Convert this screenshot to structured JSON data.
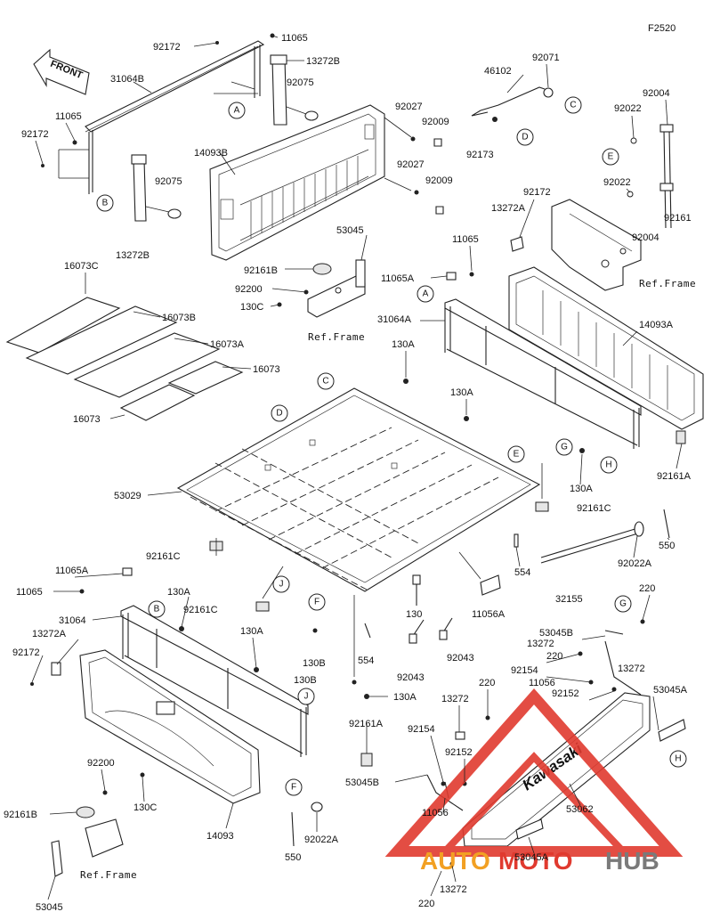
{
  "figure_code": "F2520",
  "front_label": "FRONT",
  "ref_frame_label": "Ref.Frame",
  "watermark": {
    "brand_part1": "AUTO",
    "brand_part2": "MOTO",
    "brand_part3": "HUB",
    "color_red": "#e03a2f",
    "color_orange": "#f2a023",
    "color_gray": "#7a7a7a"
  },
  "gate_brand": "Kawasaki",
  "callout_letters": [
    "A",
    "B",
    "C",
    "D",
    "E",
    "F",
    "G",
    "H",
    "J"
  ],
  "parts": {
    "p11065": "11065",
    "p11065A": "11065A",
    "p11056": "11056",
    "p11056A": "11056A",
    "p13272": "13272",
    "p13272A": "13272A",
    "p13272B": "13272B",
    "p14093": "14093",
    "p14093A": "14093A",
    "p14093B": "14093B",
    "p16073": "16073",
    "p16073A": "16073A",
    "p16073B": "16073B",
    "p16073C": "16073C",
    "p31064": "31064",
    "p31064A": "31064A",
    "p31064B": "31064B",
    "p32155": "32155",
    "p46102": "46102",
    "p53029": "53029",
    "p53045": "53045",
    "p53045A": "53045A",
    "p53045B": "53045B",
    "p53062": "53062",
    "p92004": "92004",
    "p92009": "92009",
    "p92022": "92022",
    "p92022A": "92022A",
    "p92027": "92027",
    "p92043": "92043",
    "p92071": "92071",
    "p92075": "92075",
    "p92152": "92152",
    "p92154": "92154",
    "p92161": "92161",
    "p92161A": "92161A",
    "p92161B": "92161B",
    "p92161C": "92161C",
    "p92172": "92172",
    "p92173": "92173",
    "p92200": "92200",
    "p130": "130",
    "p130A": "130A",
    "p130B": "130B",
    "p130C": "130C",
    "p220": "220",
    "p550": "550",
    "p554": "554"
  }
}
